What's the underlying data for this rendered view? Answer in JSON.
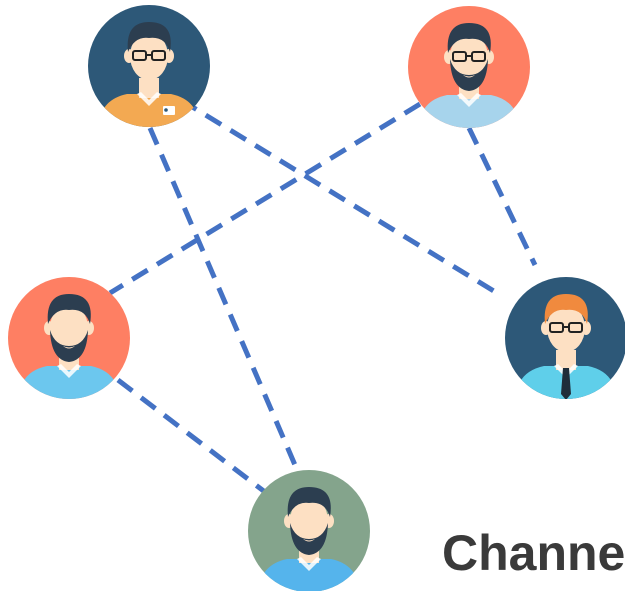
{
  "caption": "Channe",
  "colors": {
    "connector": "#4472c4",
    "navy": "#2d5878",
    "coral": "#fe7f63",
    "sage": "#84a48c",
    "skin": "#fde0c3",
    "hair_dark": "#2c3e50",
    "hair_ginger": "#f08a3e",
    "shirt_orange": "#f3a952",
    "shirt_lightblue": "#a7d4ec",
    "shirt_sky": "#6cc7ee",
    "shirt_cyan": "#5fcfea",
    "shirt_blue": "#55b4ec",
    "caption_text": "#3a3a3a"
  },
  "nodes": [
    {
      "id": "person-1",
      "icon": "man-glasses-badge-icon",
      "background": "navy",
      "hair": "hair_dark",
      "shirt": "shirt_orange",
      "glasses": true,
      "beard": false,
      "badge": true,
      "tie": false
    },
    {
      "id": "person-2",
      "icon": "man-glasses-beard-icon",
      "background": "coral",
      "hair": "hair_dark",
      "shirt": "shirt_lightblue",
      "glasses": true,
      "beard": true,
      "badge": false,
      "tie": false
    },
    {
      "id": "person-3",
      "icon": "man-beard-icon",
      "background": "coral",
      "hair": "hair_dark",
      "shirt": "shirt_sky",
      "glasses": false,
      "beard": true,
      "badge": false,
      "tie": false
    },
    {
      "id": "person-4",
      "icon": "man-glasses-tie-icon",
      "background": "navy",
      "hair": "hair_ginger",
      "shirt": "shirt_cyan",
      "glasses": true,
      "beard": false,
      "badge": false,
      "tie": true
    },
    {
      "id": "person-5",
      "icon": "man-full-beard-icon",
      "background": "sage",
      "hair": "hair_dark",
      "shirt": "shirt_blue",
      "glasses": false,
      "beard": true,
      "badge": false,
      "tie": false
    }
  ],
  "edges": [
    {
      "from": "person-1",
      "to": "person-4"
    },
    {
      "from": "person-1",
      "to": "person-5"
    },
    {
      "from": "person-2",
      "to": "person-3"
    },
    {
      "from": "person-2",
      "to": "person-4"
    },
    {
      "from": "person-3",
      "to": "person-5"
    }
  ]
}
